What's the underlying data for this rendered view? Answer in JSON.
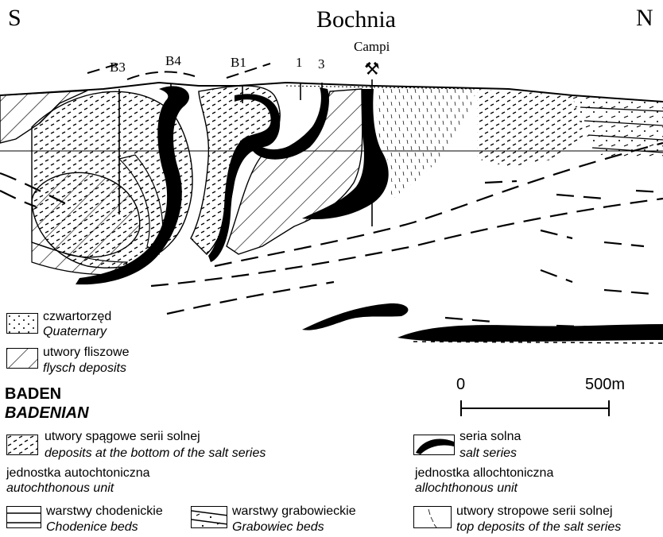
{
  "header": {
    "south": "S",
    "north": "N",
    "title": "Bochnia"
  },
  "wells": {
    "b3": "B3",
    "b4": "B4",
    "b1": "B1",
    "w1": "1",
    "w3": "3",
    "campi": "Campi",
    "mine_symbol": "⚒"
  },
  "scale": {
    "start": "0",
    "end": "500m"
  },
  "legend": {
    "quaternary": {
      "pl": "czwartorzęd",
      "en": "Quaternary"
    },
    "flysch": {
      "pl": "utwory fliszowe",
      "en": "flysch deposits"
    },
    "baden": {
      "pl": "BADEN",
      "en": "BADENIAN"
    },
    "bottom_salt": {
      "pl": "utwory spągowe serii solnej",
      "en": "deposits at the bottom of the salt series"
    },
    "salt": {
      "pl": "seria solna",
      "en": "salt series"
    },
    "autochthonous": {
      "pl": "jednostka autochtoniczna",
      "en": "autochthonous unit"
    },
    "allochthonous": {
      "pl": "jednostka allochtoniczna",
      "en": "allochthonous unit"
    },
    "chodenice": {
      "pl": "warstwy chodenickie",
      "en": "Chodenice beds"
    },
    "grabowiec": {
      "pl": "warstwy grabowieckie",
      "en": "Grabowiec beds"
    },
    "top_salt": {
      "pl": "utwory stropowe serii solnej",
      "en": "top deposits of the salt series"
    }
  },
  "colors": {
    "ink": "#000000",
    "paper": "#ffffff"
  }
}
